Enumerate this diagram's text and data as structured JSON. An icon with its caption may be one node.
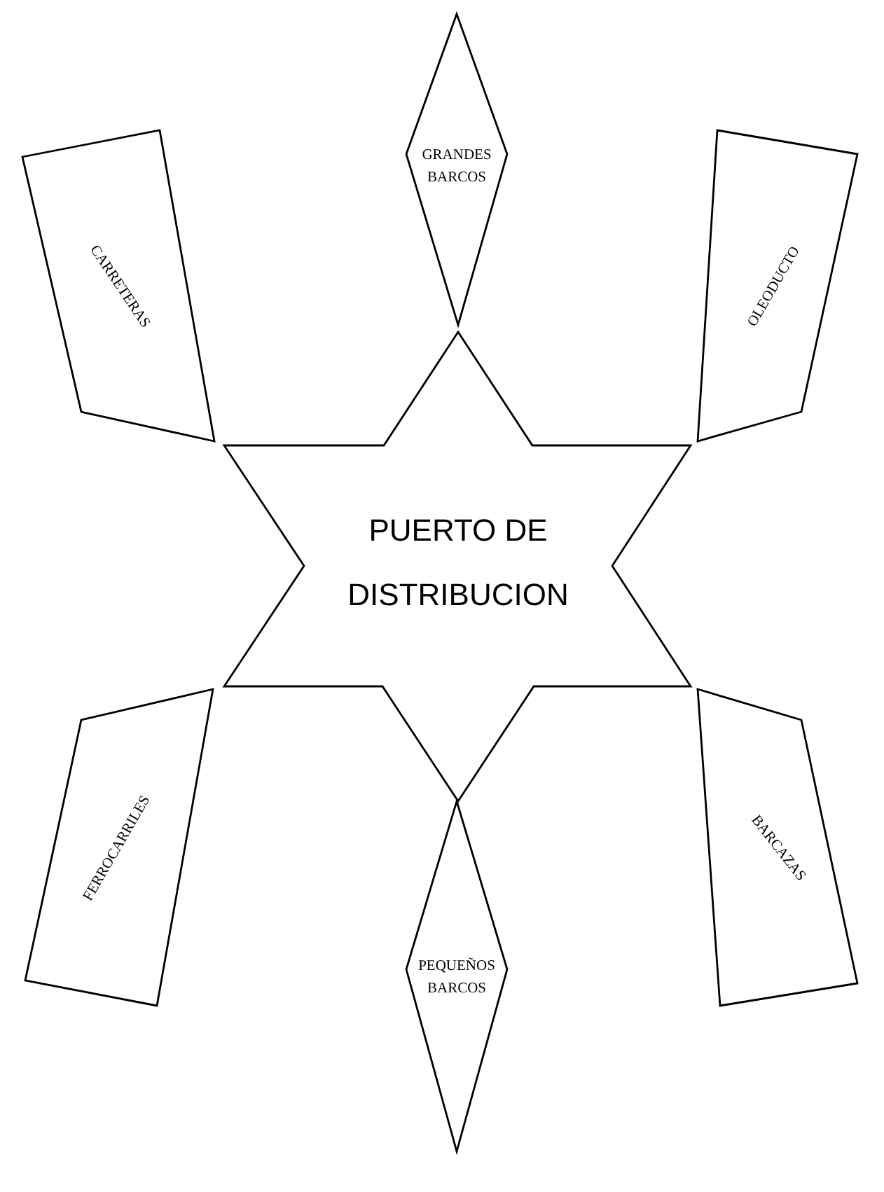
{
  "diagram": {
    "nodes": [
      {
        "text": [
          "PUERTO DE DISTRIBUCION"
        ]
      },
      {
        "text": [
          "GRANDES BARCOS"
        ]
      },
      {
        "text": [
          "CARRETERAS"
        ]
      },
      {
        "text": [
          "OLEODUCTO"
        ]
      },
      {
        "text": [
          "FERROCARRILES"
        ]
      },
      {
        "text": [
          "BARCAZAS"
        ]
      },
      {
        "text": [
          "PEQUEÑOS BARCOS"
        ]
      }
    ]
  }
}
